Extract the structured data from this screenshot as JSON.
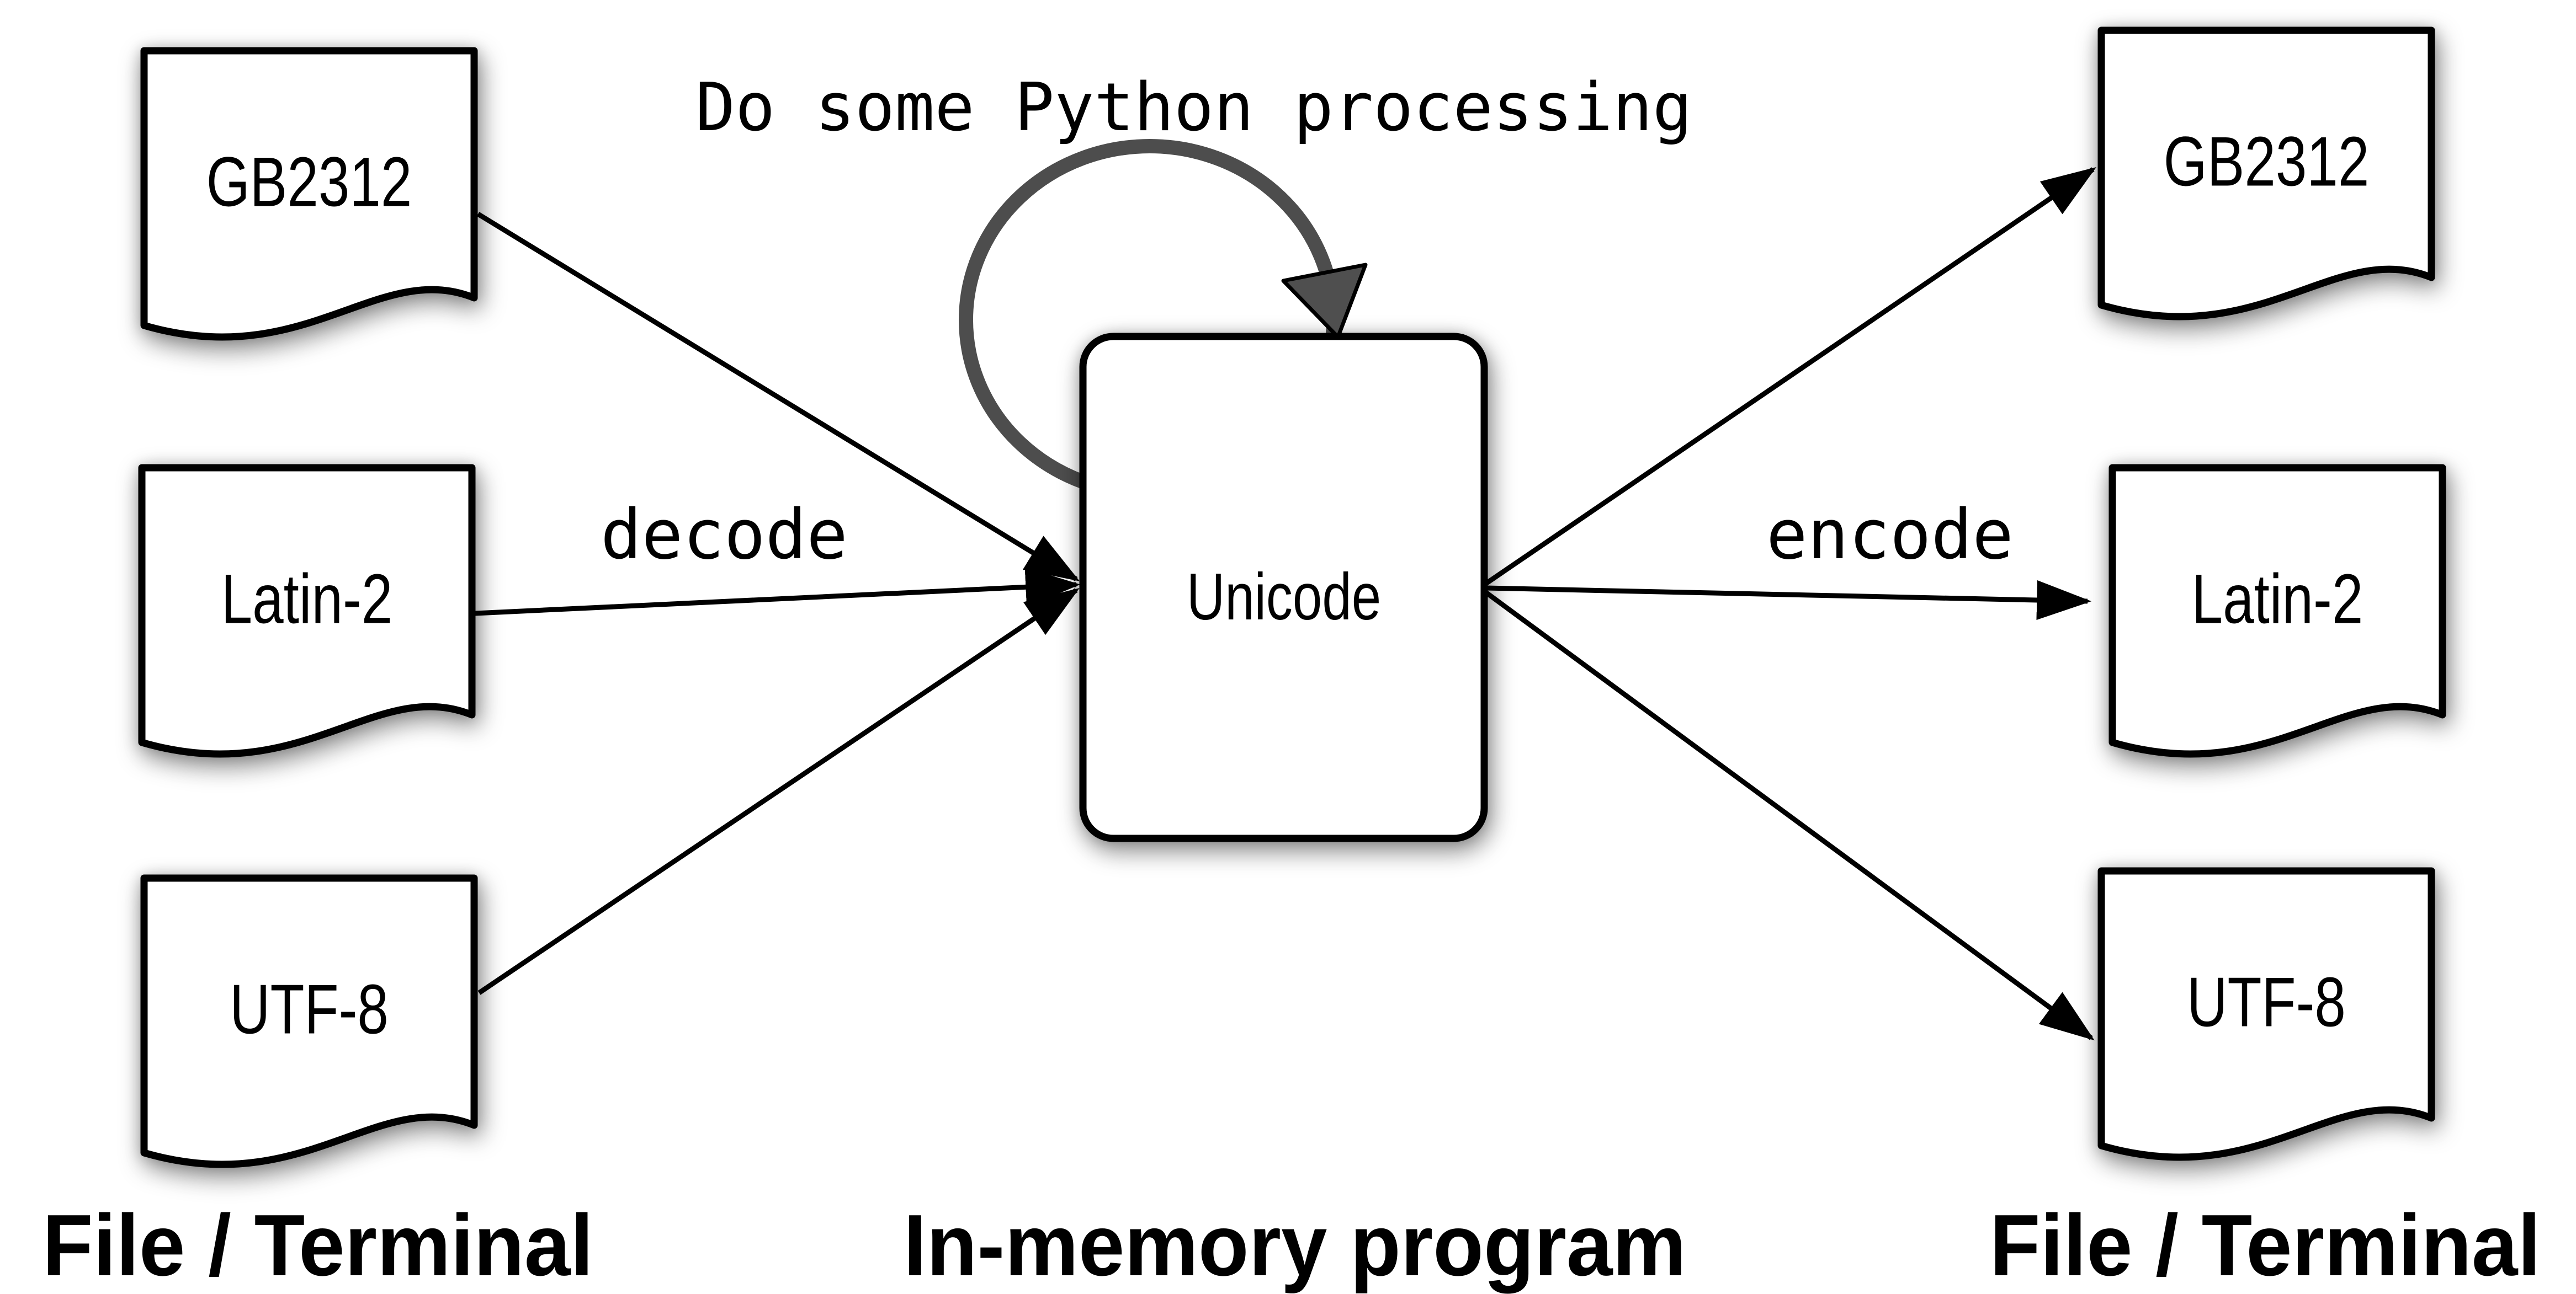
{
  "diagram": {
    "loop_label": "Do some Python processing",
    "center_node": {
      "label": "Unicode"
    },
    "left_nodes": [
      {
        "label": "GB2312"
      },
      {
        "label": "Latin-2"
      },
      {
        "label": "UTF-8"
      }
    ],
    "right_nodes": [
      {
        "label": "GB2312"
      },
      {
        "label": "Latin-2"
      },
      {
        "label": "UTF-8"
      }
    ],
    "edge_labels": {
      "decode": "decode",
      "encode": "encode"
    },
    "captions": {
      "left": "File / Terminal",
      "center": "In-memory program",
      "right": "File / Terminal"
    },
    "colors": {
      "line": "#000000",
      "loop_arc": "#4d4d4d",
      "loop_arrowhead": "#4f4f4f",
      "node_fill": "#ffffff",
      "node_stroke": "#000000",
      "text": "#000000"
    }
  }
}
